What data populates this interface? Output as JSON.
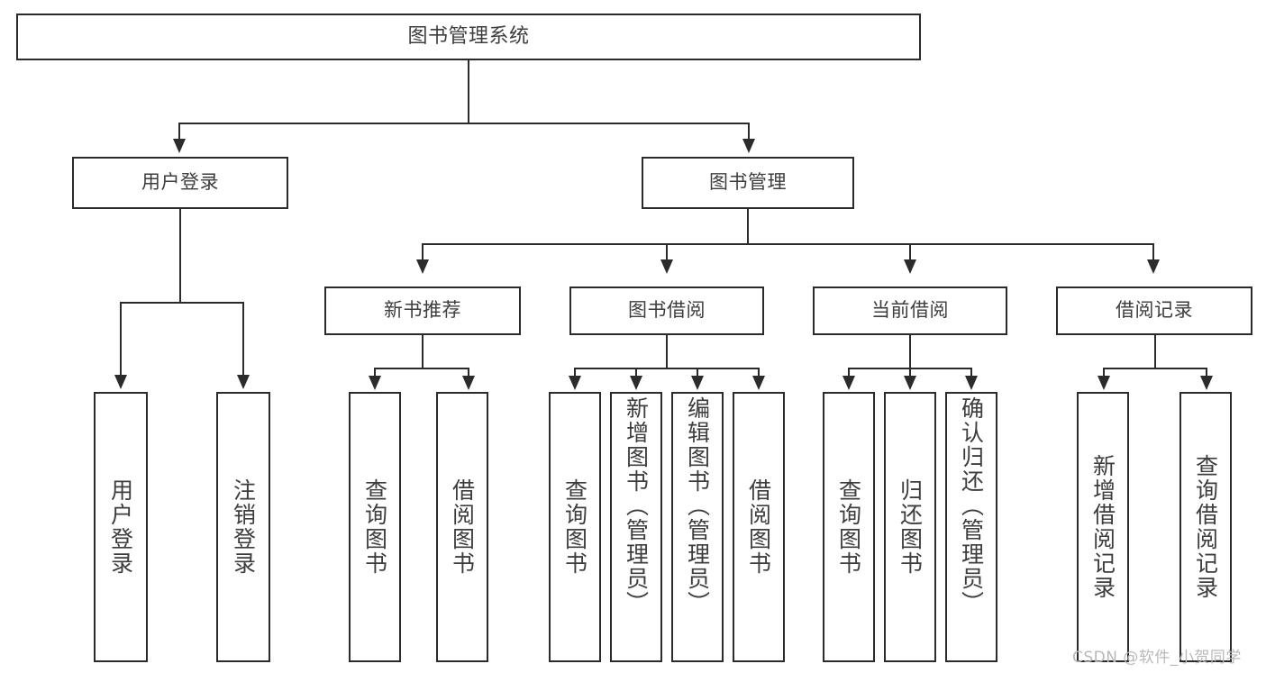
{
  "diagram": {
    "type": "tree-hierarchy",
    "title": "图书管理系统",
    "root": {
      "label": "图书管理系统"
    },
    "level1": [
      {
        "label": "用户登录"
      },
      {
        "label": "图书管理"
      }
    ],
    "level2": [
      {
        "label": "新书推荐"
      },
      {
        "label": "图书借阅"
      },
      {
        "label": "当前借阅"
      },
      {
        "label": "借阅记录"
      }
    ],
    "leaves": {
      "user_login": [
        {
          "label": "用户登录"
        },
        {
          "label": "注销登录"
        }
      ],
      "new_book_recommend": [
        {
          "label": "查询图书"
        },
        {
          "label": "借阅图书"
        }
      ],
      "book_borrow": [
        {
          "label": "查询图书"
        },
        {
          "label": "新增图书（管理员）"
        },
        {
          "label": "编辑图书（管理员）"
        },
        {
          "label": "借阅图书"
        }
      ],
      "current_borrow": [
        {
          "label": "查询图书"
        },
        {
          "label": "归还图书"
        },
        {
          "label": "确认归还（管理员）"
        }
      ],
      "borrow_record": [
        {
          "label": "新增借阅记录"
        },
        {
          "label": "查询借阅记录"
        }
      ]
    }
  },
  "watermark": {
    "text": "CSDN @软件_小贺同学"
  },
  "colors": {
    "stroke": "#2b2b2b",
    "text": "#3d3d3d",
    "background": "#ffffff",
    "watermark": "#b9b9b9"
  }
}
